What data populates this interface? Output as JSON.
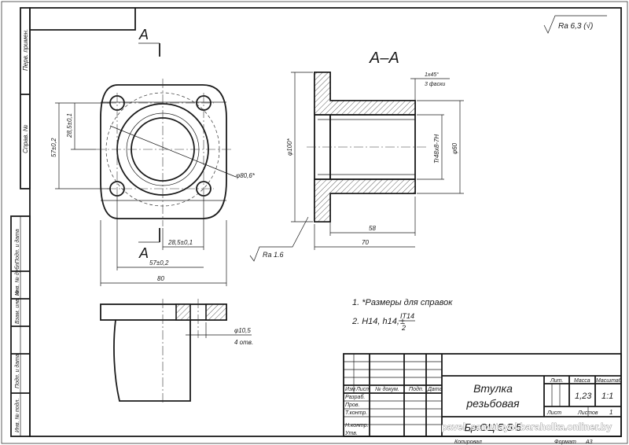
{
  "roughness_general": "Ra 6,3 (√)",
  "roughness_bore": "Ra 1.6",
  "section_label": "A–A",
  "cut_letter_top": "A",
  "cut_letter_bottom": "A",
  "dimensions": {
    "d_pitch_circle": "φ80,6*",
    "v_57": "57±0,2",
    "v_28": "28,5±0,1",
    "h_28": "28,5±0,1",
    "h_57": "57±0,2",
    "h_80": "80",
    "d_flange": "φ100*",
    "thread": "Tr48x8-7H",
    "d_60": "φ60",
    "chamfer": "1x45°",
    "chamfer_note": "3 фаски",
    "len_58": "58",
    "len_70": "70",
    "hole_d": "φ10,5",
    "hole_count": "4 отв."
  },
  "notes": {
    "note1": "1. *Размеры для справок",
    "note2_prefix": "2. H14, h14,",
    "note2_pm": "±",
    "note2_num": "IT14",
    "note2_den": "2"
  },
  "side_stamp": {
    "perv_primen": "Перв. примен.",
    "sprav": "Справ. №",
    "podp_data_1": "Подп. и дата",
    "inv_dubl": "Инв. № дубл.",
    "vzam_inv": "Взам. инв. №",
    "podp_data_2": "Подп. и дата",
    "inv_podl": "Инв. № подл."
  },
  "title_block": {
    "name_line1": "Втулка",
    "name_line2": "резьбовая",
    "material": "Бр.ОЦ 5-5-5",
    "col_izm": "Изм",
    "col_list": "Лист",
    "col_doc": "№ докум.",
    "col_podp": "Подп.",
    "col_data": "Дата",
    "razrab": "Разраб.",
    "prov": "Пров.",
    "tkontr": "Т.контр.",
    "nkontr": "Н.контр.",
    "utv": "Утв.",
    "lit": "Лит.",
    "massa": "Масса",
    "masshtab": "Масштаб",
    "massa_value": "1,23",
    "masshtab_value": "1:1",
    "list": "Лист",
    "listov": "Листов",
    "listov_value": "1",
    "kopiroval": "Копировал",
    "format": "Формат",
    "format_value": "А3"
  },
  "watermark": "pavel_samutayol.baraholka.onliner.by"
}
